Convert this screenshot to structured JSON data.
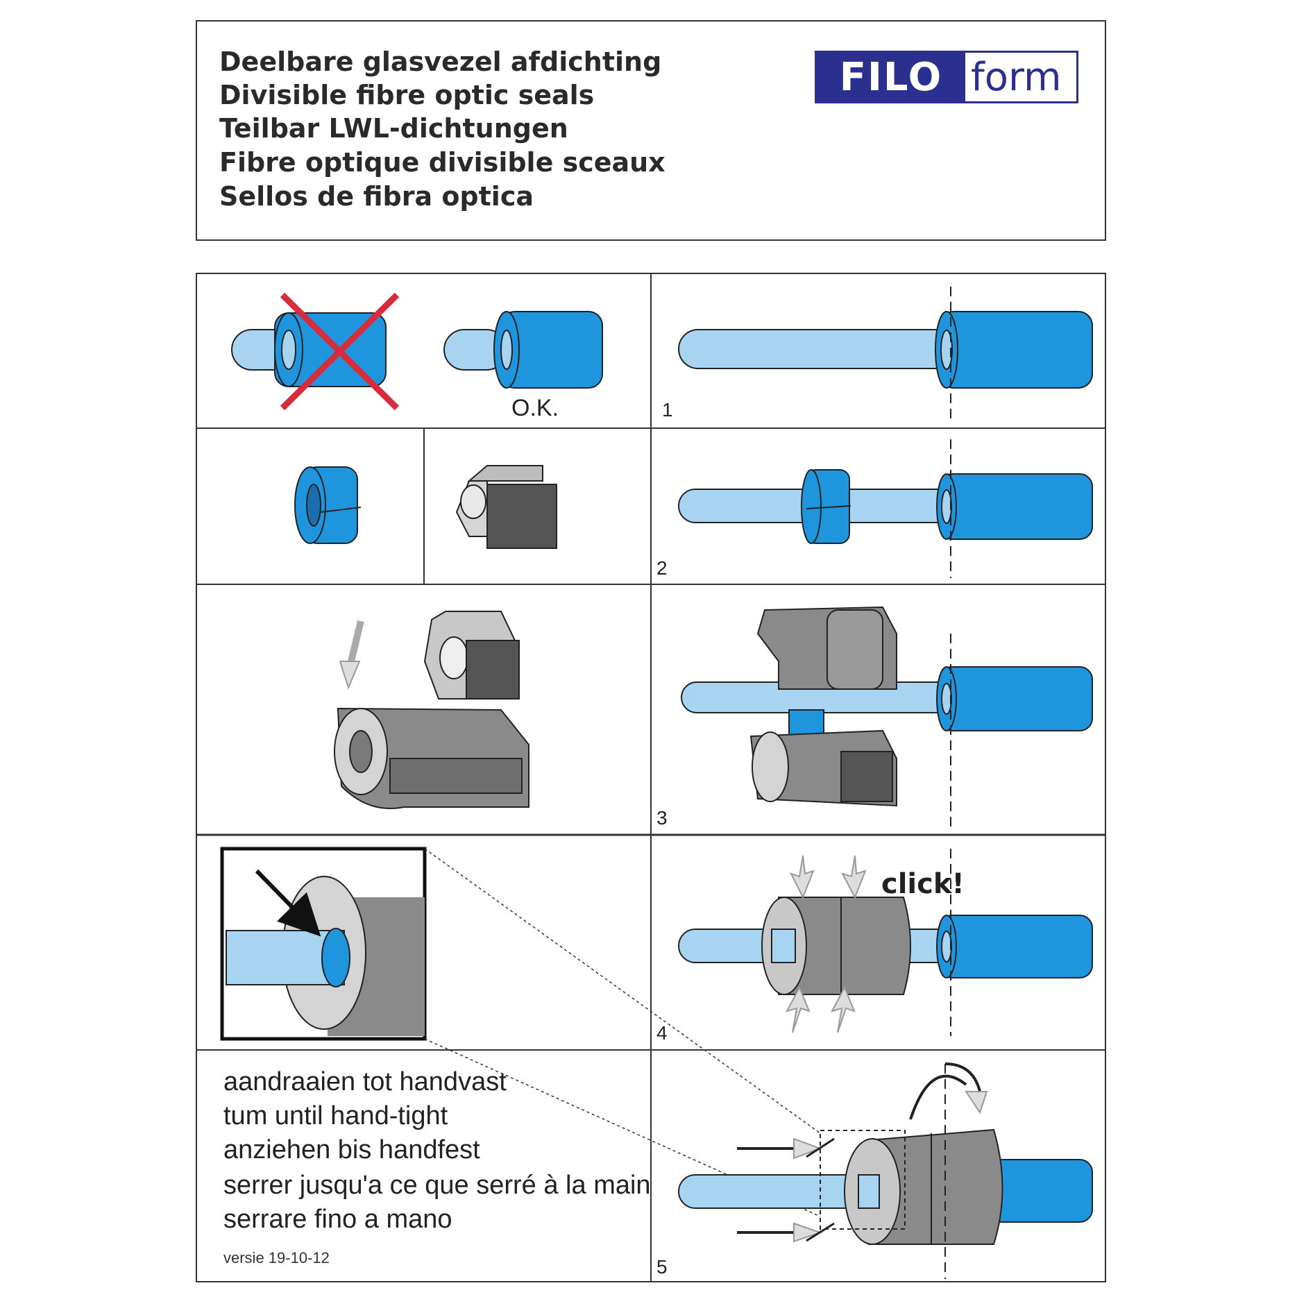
{
  "header": {
    "titles": [
      "Deelbare glasvezel afdichting",
      "Divisible fibre optic seals",
      "Teilbar LWL-dichtungen",
      "Fibre optique divisible sceaux",
      "Sellos de fibra optica"
    ],
    "logo": {
      "left": "FILO",
      "right": "form"
    }
  },
  "panels": {
    "ok_label": "O.K.",
    "click_label": "click!",
    "step_numbers": [
      "1",
      "2",
      "3",
      "4",
      "5"
    ]
  },
  "instructions": [
    "aandraaien tot handvast",
    "tum until hand-tight",
    "anziehen bis handfest",
    "serrer jusqu'a ce que serré à la main",
    "serrare fino a mano"
  ],
  "version": "versie 19-10-12",
  "colors": {
    "brand": "#2b2f8e",
    "seal_blue": "#1e95dd",
    "fibre_light": "#a8d4f2",
    "grey_part": "#8a8a8a"
  }
}
